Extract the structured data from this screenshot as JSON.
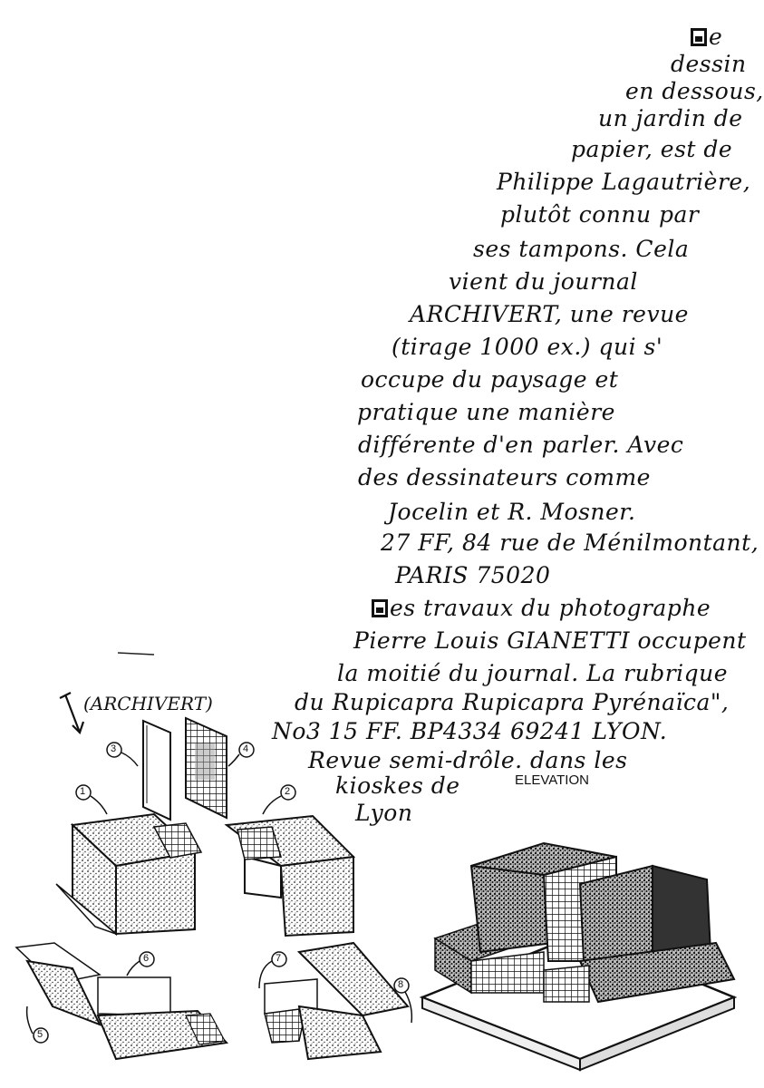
{
  "text_lines": [
    "e",
    "dessin",
    "en dessous,",
    "un jardin de",
    "papier, est de",
    "Philippe Lagautrière,",
    "plutôt connu par",
    "ses tampons. Cela",
    "vient du journal",
    "ARCHIVERT, une revue",
    "(tirage 1000 ex.) qui s'",
    "occupe du paysage et",
    "pratique une manière",
    "différente d'en parler. Avec",
    "des dessinateurs comme",
    "Jocelin et R. Mosner.",
    "27 FF, 84 rue de Ménilmontant,",
    "PARIS 75020",
    "es travaux du photographe",
    "Pierre Louis GIANETTI occupent",
    "la moitié du journal. La rubrique",
    "du Rupicapra Rupicapra Pyrénaïca\",",
    "No3 15 FF. BP4334 69241 LYON.",
    "Revue semi-drôle. dans les",
    "kioskes de",
    "Lyon"
  ],
  "figure": {
    "archivert_label": "(ARCHIVERT)",
    "elevation_label": "ELEVATION",
    "step_numbers": [
      "1",
      "2",
      "3",
      "4",
      "5",
      "6",
      "7",
      "8"
    ]
  }
}
